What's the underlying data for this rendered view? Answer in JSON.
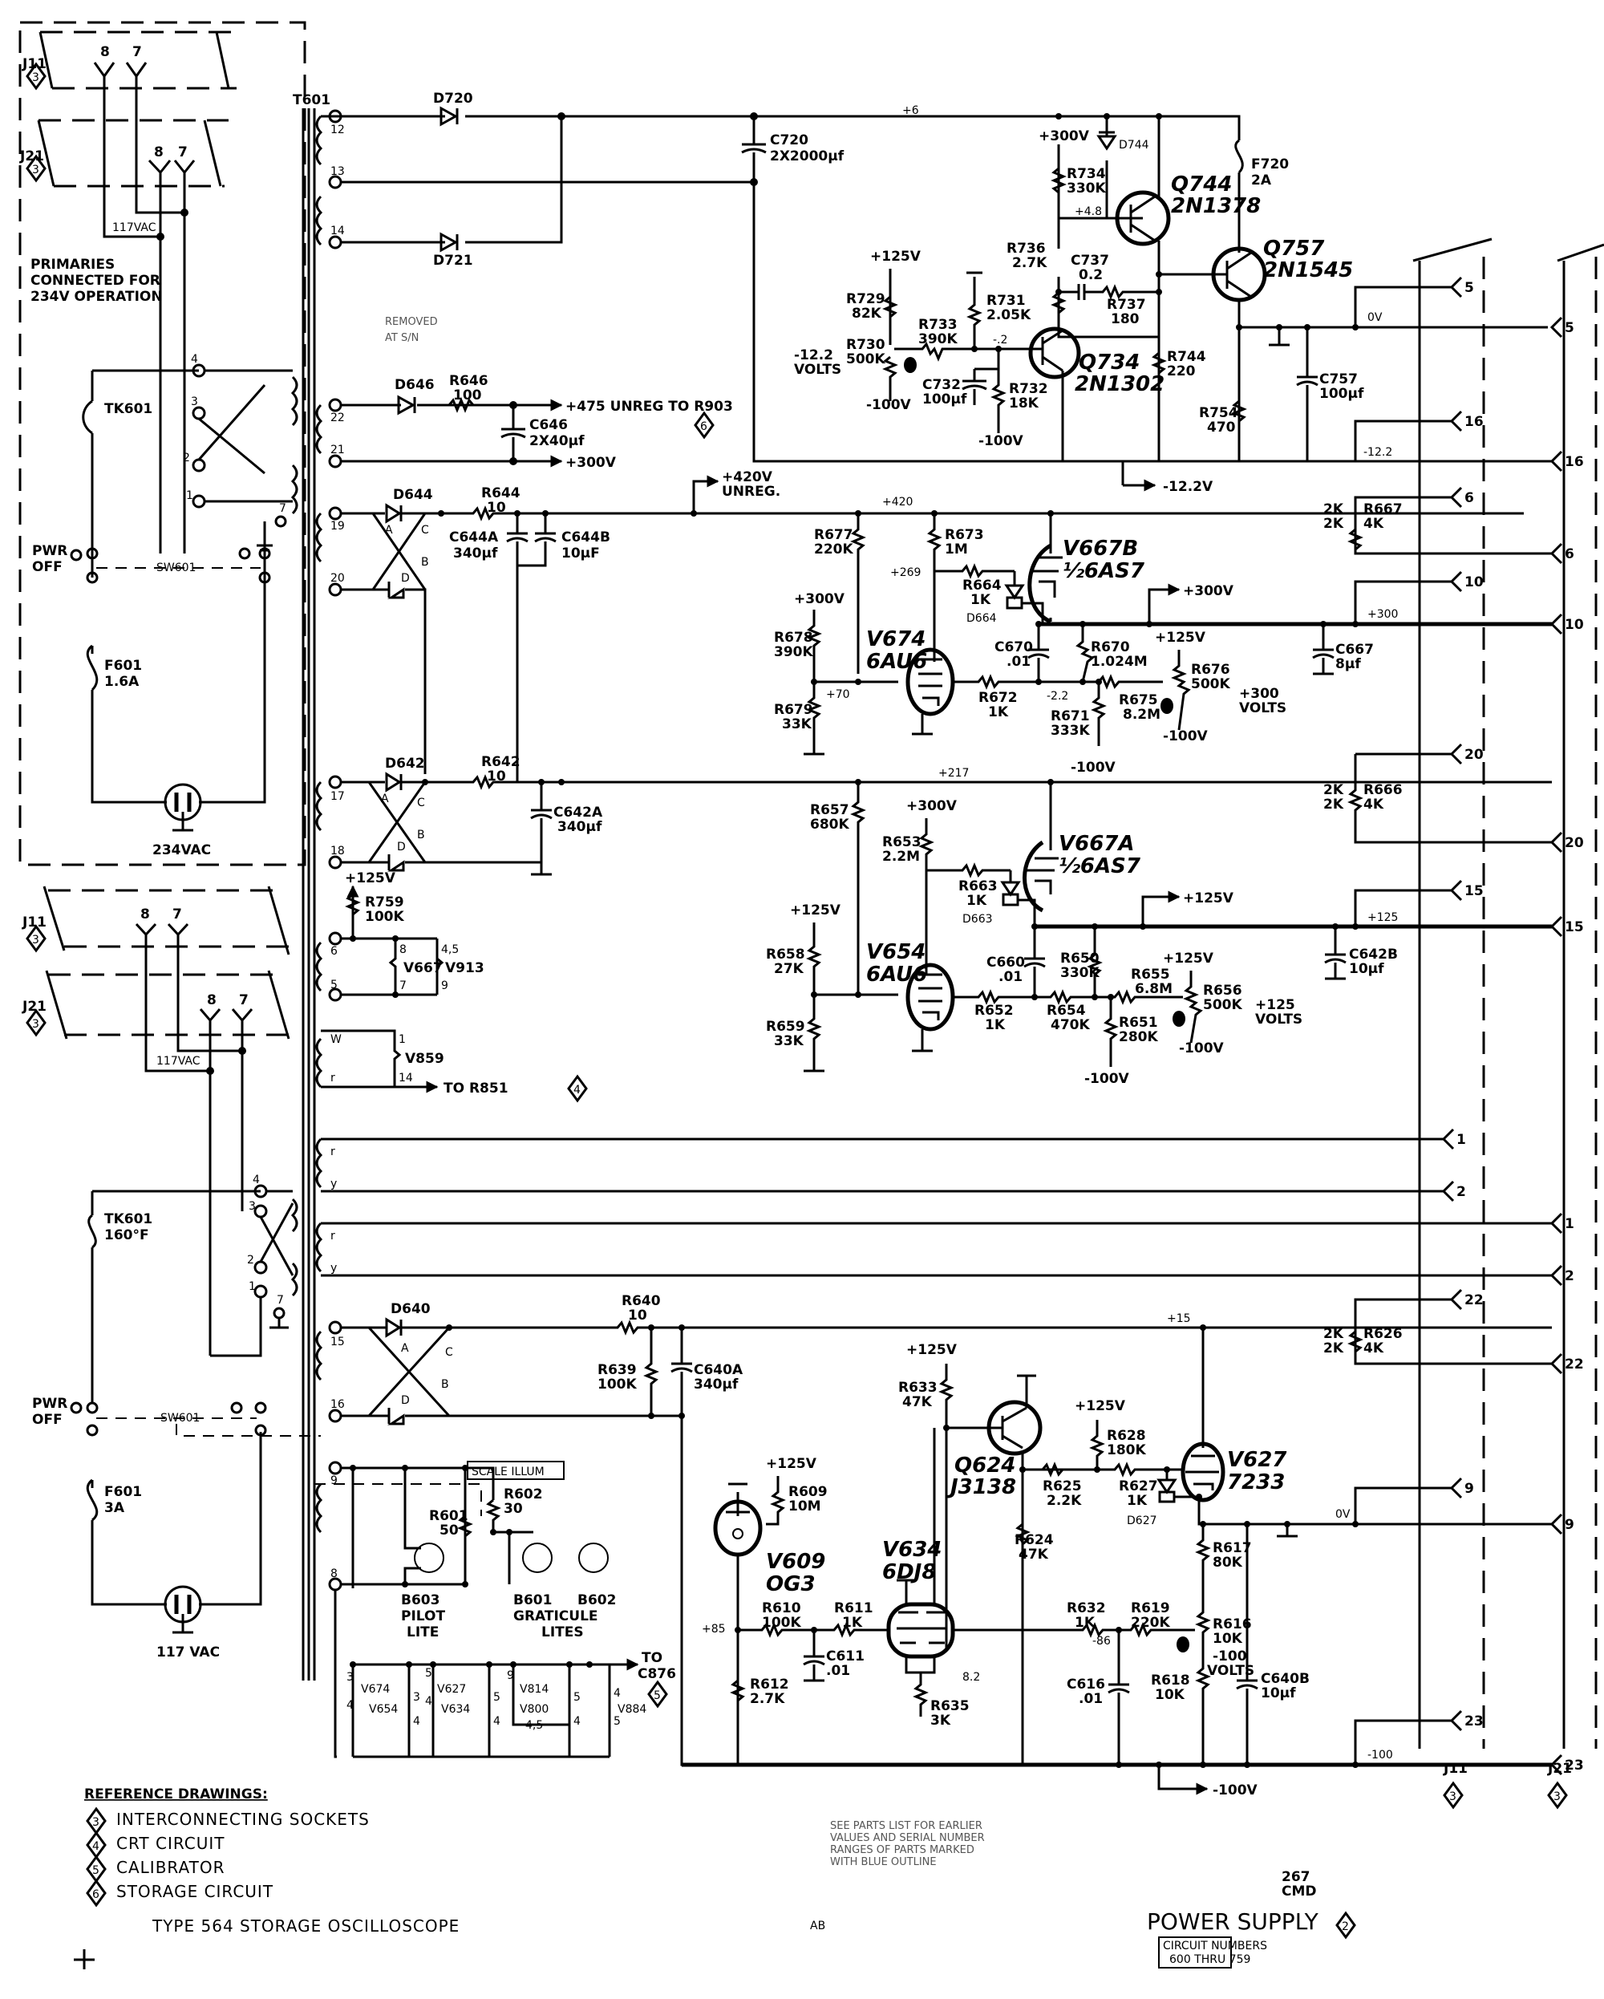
{
  "document": {
    "title": "POWER SUPPLY",
    "title_ref": "2",
    "instrument": "TYPE 564 STORAGE OSCILLOSCOPE",
    "circuit_numbers_line1": "CIRCUIT NUMBERS",
    "circuit_numbers_line2": "600 THRU 759",
    "drawer_code": "267",
    "drawer_initials": "CMD",
    "rev_code": "AB",
    "parts_note": [
      "SEE PARTS LIST FOR EARLIER",
      "VALUES AND SERIAL NUMBER",
      "RANGES OF PARTS MARKED",
      "WITH BLUE OUTLINE"
    ],
    "reference_heading": "REFERENCE DRAWINGS:",
    "references": [
      {
        "num": "3",
        "label": "INTERCONNECTING SOCKETS"
      },
      {
        "num": "4",
        "label": "CRT CIRCUIT"
      },
      {
        "num": "5",
        "label": "CALIBRATOR"
      },
      {
        "num": "6",
        "label": "STORAGE CIRCUIT"
      }
    ]
  },
  "primary_top": {
    "j11": "J11",
    "j21": "J21",
    "ref": "3",
    "pin8": "8",
    "pin7": "7",
    "vac": "117VAC",
    "note": [
      "PRIMARIES",
      "CONNECTED FOR",
      "234V OPERATION"
    ],
    "tk": "TK601",
    "pwr": [
      "PWR",
      "OFF"
    ],
    "sw": "SW601",
    "fuse": [
      "F601",
      "1.6A"
    ],
    "plug": "234VAC",
    "pins": [
      "4",
      "3",
      "2",
      "1",
      "7"
    ]
  },
  "primary_bottom": {
    "j11": "J11",
    "j21": "J21",
    "ref": "3",
    "pin8": "8",
    "pin7": "7",
    "vac": "117VAC",
    "tk": [
      "TK601",
      "160°F"
    ],
    "pwr": [
      "PWR",
      "OFF"
    ],
    "sw": "SW601",
    "fuse": [
      "F601",
      "3A"
    ],
    "plug": "117 VAC",
    "pins": [
      "4",
      "3",
      "2",
      "1",
      "7"
    ]
  },
  "transformer": {
    "name": "T601",
    "removed_note": [
      "REMOVED",
      "AT S/N"
    ]
  },
  "sec_12v": {
    "taps": [
      "12",
      "13",
      "14"
    ],
    "d1": "D720",
    "d2": "D721",
    "c": [
      "C720",
      "2X2000µf"
    ]
  },
  "sec_475": {
    "taps": [
      "22",
      "21"
    ],
    "d": "D646",
    "r": [
      "R646",
      "100"
    ],
    "c": [
      "C646",
      "2X40µf"
    ],
    "out1": "+475 UNREG TO R903",
    "out1_ref": "6",
    "out2": "+300V"
  },
  "reg_12v": {
    "plus300": "+300V",
    "r734": [
      "R734",
      "330K"
    ],
    "d744": "D744",
    "v48": "+4.8",
    "q744": [
      "Q744",
      "2N1378"
    ],
    "f720": [
      "F720",
      "2A"
    ],
    "q757": [
      "Q757",
      "2N1545"
    ],
    "r736": [
      "R736",
      "2.7K"
    ],
    "c737": [
      "C737",
      "0.2"
    ],
    "r737": [
      "R737",
      "180"
    ],
    "r744": [
      "R744",
      "220"
    ],
    "q734": [
      "Q734",
      "2N1302"
    ],
    "r729": [
      "R729",
      "82K"
    ],
    "p125": "+125V",
    "r731": [
      "R731",
      "2.05K"
    ],
    "r733": [
      "R733",
      "390K"
    ],
    "r730": [
      "R730",
      "500K"
    ],
    "adj": [
      "-12.2",
      "VOLTS"
    ],
    "c732": [
      "C732",
      "100µf"
    ],
    "r732": [
      "R732",
      "18K"
    ],
    "m100a": "-100V",
    "m100b": "-100V",
    "vb": "-.2",
    "c757": [
      "C757",
      "100µf"
    ],
    "r754": [
      "R754",
      "470"
    ],
    "ov": "0V",
    "m122": "-12.2",
    "out": "-12.2V",
    "plus6": "+6"
  },
  "sec_420": {
    "taps": [
      "19",
      "20"
    ],
    "d644": "D644",
    "r644": [
      "R644",
      "10"
    ],
    "c644a": [
      "C644A",
      "340µf"
    ],
    "c644b": [
      "C644B",
      "10µF"
    ],
    "unreg": [
      "+420V",
      "UNREG."
    ],
    "letters": [
      "A",
      "B",
      "C",
      "D"
    ]
  },
  "reg_300": {
    "v420": "+420",
    "r677": [
      "R677",
      "220K"
    ],
    "r673": [
      "R673",
      "1M"
    ],
    "v269": "+269",
    "v667b": [
      "V667B",
      "½6AS7"
    ],
    "r664": [
      "R664",
      "1K"
    ],
    "d664": "D664",
    "p300": "+300V",
    "r678": [
      "R678",
      "390K"
    ],
    "v674": [
      "V674",
      "6AU6"
    ],
    "v70": "+70",
    "c670": [
      "C670",
      ".01"
    ],
    "r670": [
      "R670",
      "1.024M"
    ],
    "p125": "+125V",
    "r676": [
      "R676",
      "500K"
    ],
    "adj": [
      "+300",
      "VOLTS"
    ],
    "r679": [
      "R679",
      "33K"
    ],
    "r672": [
      "R672",
      "1K"
    ],
    "vm22": "-2.2",
    "r671": [
      "R671",
      "333K"
    ],
    "r675": [
      "R675",
      "8.2M"
    ],
    "m100a": "-100V",
    "m100b": "-100V",
    "c667": [
      "C667",
      "8µf"
    ],
    "out": "+300V",
    "r667": [
      "2K",
      "2K",
      "R667",
      "4K"
    ],
    "v300": "+300"
  },
  "sec_217": {
    "taps": [
      "17",
      "18"
    ],
    "d642": "D642",
    "r642": [
      "R642",
      "10"
    ],
    "c642a": [
      "C642A",
      "340µf"
    ],
    "p125": "+125V",
    "letters": [
      "A",
      "B",
      "C",
      "D"
    ]
  },
  "reg_125": {
    "v217": "+217",
    "r657": [
      "R657",
      "680K"
    ],
    "p300": "+300V",
    "r653": [
      "R653",
      "2.2M"
    ],
    "v667a": [
      "V667A",
      "½6AS7"
    ],
    "r663": [
      "R663",
      "1K"
    ],
    "d663": "D663",
    "out": "+125V",
    "p125": "+125V",
    "r658": [
      "R658",
      "27K"
    ],
    "v654": [
      "V654",
      "6AU6"
    ],
    "c660": [
      "C660",
      ".01"
    ],
    "r650": [
      "R650",
      "330K"
    ],
    "r655": [
      "R655",
      "6.8M"
    ],
    "p125b": "+125V",
    "r656": [
      "R656",
      "500K"
    ],
    "adj": [
      "+125",
      "VOLTS"
    ],
    "r659": [
      "R659",
      "33K"
    ],
    "r652": [
      "R652",
      "1K"
    ],
    "r654": [
      "R654",
      "470K"
    ],
    "r651": [
      "R651",
      "280K"
    ],
    "m100a": "-100V",
    "m100b": "-100V",
    "c642b": [
      "C642B",
      "10µf"
    ],
    "r666": [
      "2K",
      "2K",
      "R666",
      "4K"
    ],
    "v125": "+125"
  },
  "heaters": {
    "r759": [
      "R759",
      "100K"
    ],
    "p125": "+125V",
    "taps1": [
      "6",
      "5"
    ],
    "v667": "V667",
    "v667pins": [
      "8",
      "7"
    ],
    "v913": "V913",
    "v913pins": [
      "4,5",
      "9"
    ],
    "taps2": [
      "W",
      "r"
    ],
    "v859": "V859",
    "v859pins": [
      "1",
      "14"
    ],
    "to": "TO R851",
    "to_ref": "4",
    "rails": [
      "r",
      "y",
      "r",
      "y"
    ]
  },
  "sec_100": {
    "taps": [
      "15",
      "16"
    ],
    "d640": "D640",
    "r640": [
      "R640",
      "10"
    ],
    "r639": [
      "R639",
      "100K"
    ],
    "c640a": [
      "C640A",
      "340µf"
    ],
    "letters": [
      "A",
      "B",
      "C",
      "D"
    ],
    "v15": "+15"
  },
  "lights": {
    "scale": "SCALE ILLUM",
    "taps": [
      "9",
      "8"
    ],
    "r601": [
      "R601",
      "50"
    ],
    "r602": [
      "R602",
      "30"
    ],
    "b603": [
      "B603",
      "PILOT",
      "LITE"
    ],
    "b601": "B601",
    "b602": "B602",
    "grat": [
      "GRATICULE",
      "LITES"
    ]
  },
  "tube_heaters": {
    "tubes": [
      "V674",
      "V654",
      "V627",
      "V634",
      "V814",
      "V800",
      "V884"
    ],
    "pins": [
      "3",
      "4",
      "3",
      "4",
      "5",
      "4",
      "5",
      "4",
      "9",
      "4,5",
      "5",
      "4",
      "4",
      "5"
    ],
    "to": [
      "TO",
      "C876"
    ],
    "ref": "5"
  },
  "reg_m100": {
    "p125a": "+125V",
    "r633": [
      "R633",
      "47K"
    ],
    "q624": [
      "Q624",
      "J3138"
    ],
    "p125b": "+125V",
    "r628": [
      "R628",
      "180K"
    ],
    "v627": [
      "V627",
      "7233"
    ],
    "p125c": "+125V",
    "r609": [
      "R609",
      "10M"
    ],
    "v609": [
      "V609",
      "OG3"
    ],
    "r624": [
      "R624",
      "47K"
    ],
    "r625": [
      "R625",
      "2.2K"
    ],
    "r627": [
      "R627",
      "1K"
    ],
    "d627": "D627",
    "v634": [
      "V634",
      "6DJ8"
    ],
    "r617": [
      "R617",
      "80K"
    ],
    "r610": [
      "R610",
      "100K"
    ],
    "r611": [
      "R611",
      "1K"
    ],
    "c611": [
      "C611",
      ".01"
    ],
    "r612": [
      "R612",
      "2.7K"
    ],
    "r635": [
      "R635",
      "3K"
    ],
    "r632": [
      "R632",
      "1K"
    ],
    "vm86": "-86",
    "r619": [
      "R619",
      "220K"
    ],
    "r616": [
      "R616",
      "10K"
    ],
    "adj": [
      "-100",
      "VOLTS"
    ],
    "c616": [
      "C616",
      ".01"
    ],
    "r618": [
      "R618",
      "10K"
    ],
    "c640b": [
      "C640B",
      "10µf"
    ],
    "v82": "8.2",
    "v85": "+85",
    "out": "-100V",
    "ov": "0V",
    "m100": "-100",
    "r626": [
      "2K",
      "2K",
      "R626",
      "4K"
    ]
  },
  "connectors": {
    "pins": [
      "5",
      "5",
      "16",
      "16",
      "6",
      "6",
      "10",
      "10",
      "20",
      "20",
      "15",
      "15",
      "1",
      "2",
      "1",
      "2",
      "22",
      "22",
      "9",
      "9",
      "23",
      "23"
    ],
    "j11": "J11",
    "j21": "J21",
    "ref": "3"
  }
}
